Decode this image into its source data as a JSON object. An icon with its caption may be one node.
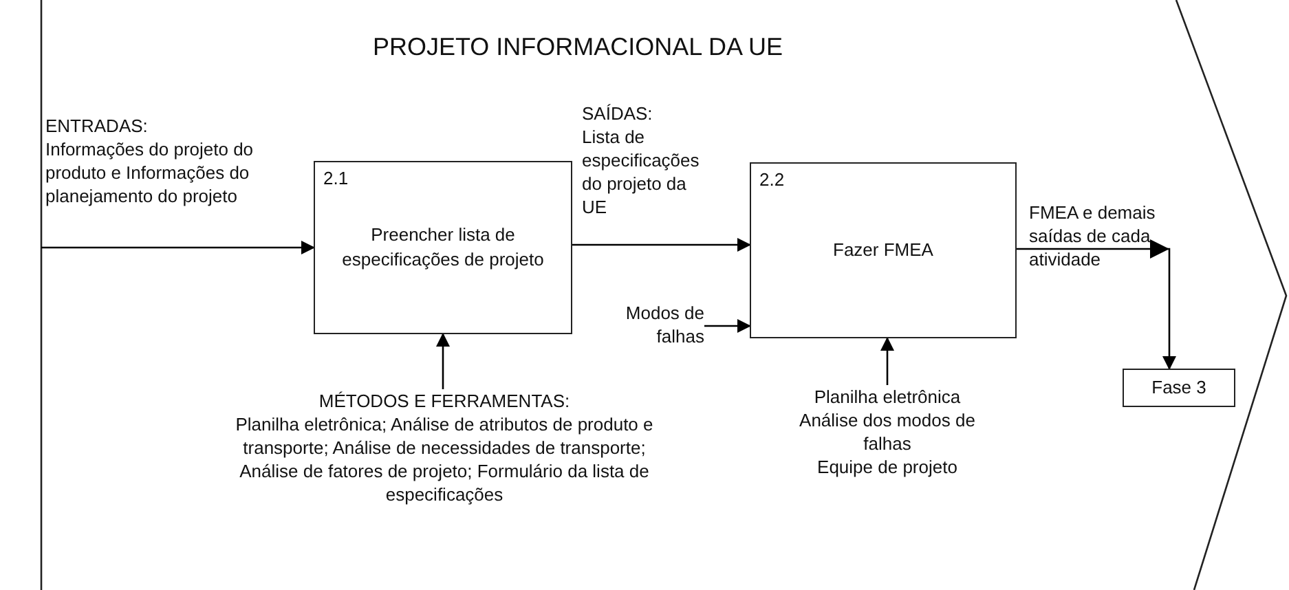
{
  "diagram": {
    "title": "PROJETO INFORMACIONAL DA UE",
    "nodes": [
      {
        "text": [
          "2.1",
          "Preencher lista de especificações de projeto"
        ]
      },
      {
        "text": [
          "2.2",
          "Fazer FMEA"
        ]
      },
      {
        "text": [
          "MÉTODOS E FERRAMENTAS:",
          "Planilha eletrônica; Análise de atributos de produto e transporte; Análise de necessidades de transporte; Análise de fatores de projeto; Formulário da lista de especificações"
        ]
      },
      {
        "text": [
          "Planilha eletrônica",
          "Análise dos modos de falhas",
          "Equipe de projeto"
        ]
      },
      {
        "text": [
          "Fase 3"
        ]
      },
      {
        "text": [
          "Modos de falhas"
        ]
      }
    ],
    "edges": [
      {
        "from": null,
        "to": 0,
        "arrow": "to"
      },
      {
        "from": 0,
        "to": 1,
        "arrow": "to"
      },
      {
        "from": 5,
        "to": 1,
        "arrow": "to"
      },
      {
        "from": 2,
        "to": 0,
        "arrow": "to"
      },
      {
        "from": 3,
        "to": 1,
        "arrow": "to"
      },
      {
        "from": 1,
        "to": 4,
        "arrow": "to"
      }
    ],
    "labels": [
      "ENTRADAS:",
      "Informações do projeto do produto e Informações do planejamento do projeto",
      "SAÍDAS:",
      "Lista de especificações do projeto da UE",
      "FMEA e demais saídas de cada atividade"
    ]
  }
}
